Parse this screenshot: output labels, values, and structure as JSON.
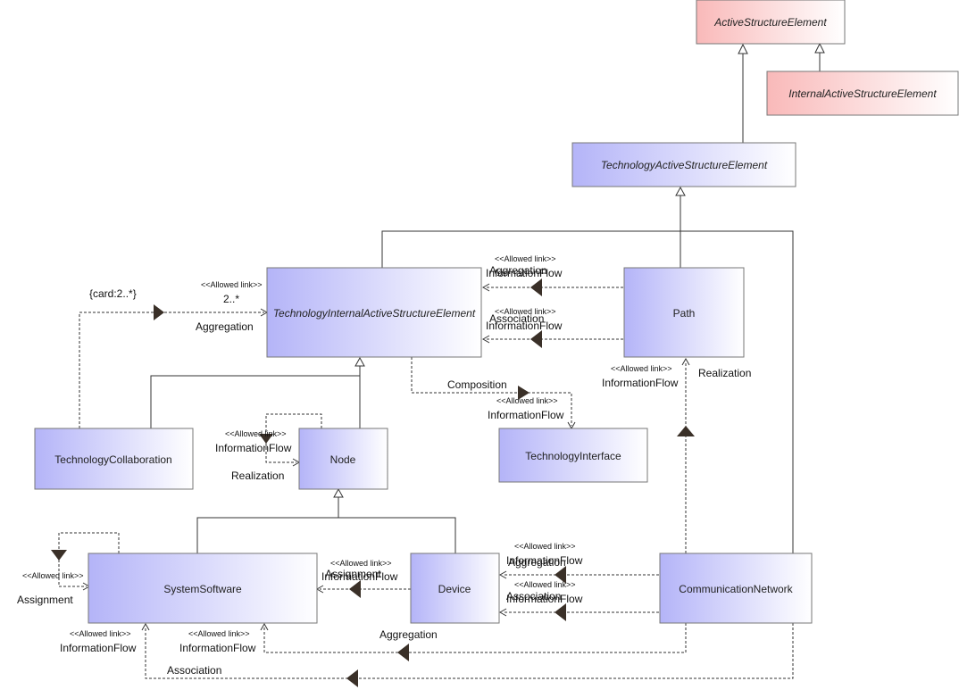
{
  "colors": {
    "blue_box_start": "#b4b4f8",
    "blue_box_end": "#ffffff",
    "pink_box_start": "#f9b9b9",
    "pink_box_end": "#ffffff",
    "line": "#333333",
    "direction_marker": "#3a3028"
  },
  "icons": {
    "generalization": "hollow-triangle-arrow",
    "direction": "filled-triangle-marker",
    "dependency": "open-arrowhead"
  },
  "elements": {
    "active_structure_element": "ActiveStructureElement",
    "internal_active_structure_element": "InternalActiveStructureElement",
    "technology_active_structure_element": "TechnologyActiveStructureElement",
    "technology_internal_active_structure_element": "TechnologyInternalActiveStructureElement",
    "path": "Path",
    "technology_collaboration": "TechnologyCollaboration",
    "node": "Node",
    "technology_interface": "TechnologyInterface",
    "system_software": "SystemSoftware",
    "device": "Device",
    "communication_network": "CommunicationNetwork"
  },
  "labels": {
    "card": "{card:2..*}",
    "allowed_link": "<<Allowed link>>",
    "multiplicity": "2..*",
    "aggregation": "Aggregation",
    "association": "Association",
    "information_flow": "InformationFlow",
    "composition": "Composition",
    "realization": "Realization",
    "assignment": "Assignment"
  }
}
